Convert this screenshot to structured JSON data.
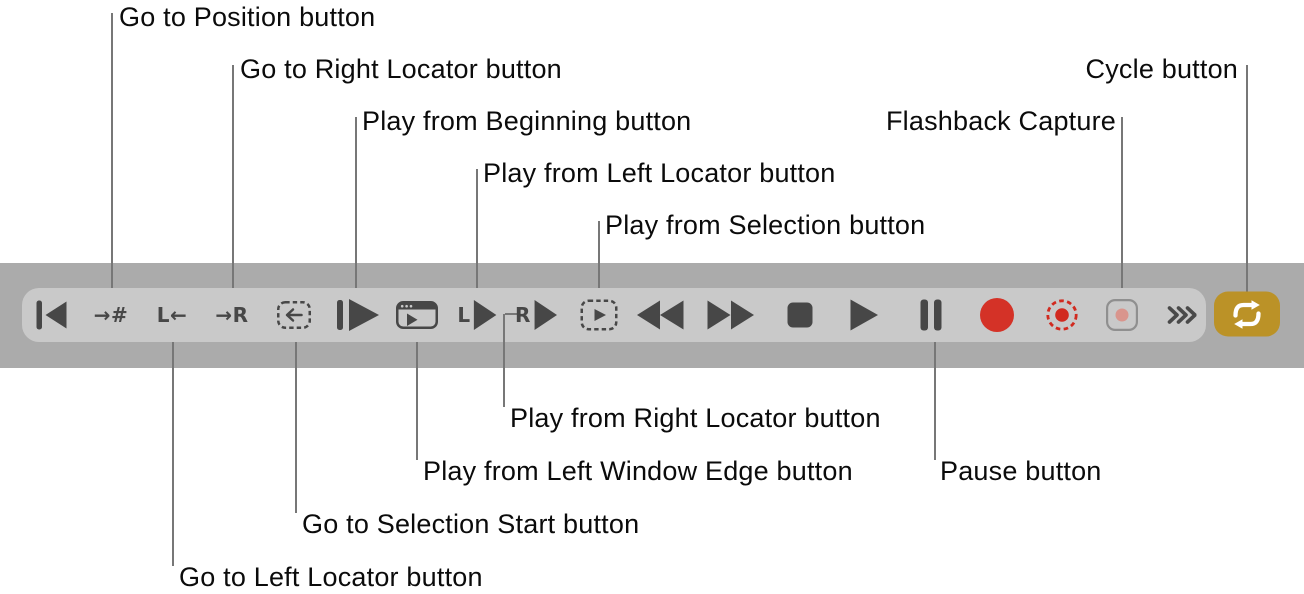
{
  "figure": {
    "description": "Transport buttons toolbar with callout labels",
    "background": "#FFFFFF"
  },
  "colors": {
    "band": "#ABABAB",
    "strip": "#C9C9C9",
    "icon_dark": "#474747",
    "record_red": "#D43227",
    "capture_red": "#D12A1F",
    "flashback_dot": "#D9958D",
    "flashback_border": "#8F8F8F",
    "cycle_gold": "#BB9227",
    "cycle_icon": "#FFFFFF",
    "leader_line": "#777777",
    "label_text": "#0B0B0B"
  },
  "callouts": {
    "go_to_position": "Go to Position button",
    "go_to_right_locator": "Go to Right Locator button",
    "play_from_beginning": "Play from Beginning button",
    "play_from_left_locator": "Play from Left Locator button",
    "play_from_selection": "Play from Selection button",
    "cycle": "Cycle button",
    "flashback_capture": "Flashback Capture",
    "play_from_right_locator": "Play from Right Locator button",
    "play_from_left_window_edge": "Play from Left Window Edge button",
    "pause": "Pause button",
    "go_to_selection_start": "Go to Selection Start button",
    "go_to_left_locator": "Go to Left Locator button"
  },
  "toolbar": {
    "glyphs": {
      "go_to_position": "→#",
      "go_to_left_locator": "L←",
      "go_to_right_locator": "→R",
      "left_letter": "L",
      "right_letter": "R"
    },
    "buttons": [
      "go-to-beginning",
      "go-to-position",
      "go-to-left-locator",
      "go-to-right-locator",
      "go-to-selection-start",
      "play-from-beginning",
      "play-from-left-window-edge",
      "play-from-left-locator",
      "play-from-right-locator",
      "play-from-selection",
      "rewind",
      "forward",
      "stop",
      "play",
      "pause",
      "record",
      "record-capture",
      "flashback-capture",
      "more-options",
      "cycle"
    ]
  }
}
